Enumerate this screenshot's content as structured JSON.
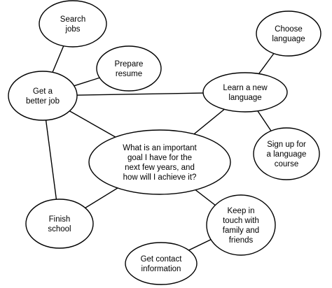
{
  "diagram": {
    "nodes": [
      {
        "id": "search",
        "lines": [
          "Search",
          "jobs"
        ]
      },
      {
        "id": "language",
        "lines": [
          "Choose",
          "language"
        ]
      },
      {
        "id": "resume",
        "lines": [
          "Prepare",
          "resume"
        ]
      },
      {
        "id": "job",
        "lines": [
          "Get a",
          "better job"
        ]
      },
      {
        "id": "learn",
        "lines": [
          "Learn a new",
          "language"
        ]
      },
      {
        "id": "signup",
        "lines": [
          "Sign up for",
          "a language",
          "course"
        ]
      },
      {
        "id": "goal",
        "lines": [
          "What is an important",
          "goal I have for the",
          "next few years, and",
          "how will I achieve it?"
        ]
      },
      {
        "id": "school",
        "lines": [
          "Finish",
          "school"
        ]
      },
      {
        "id": "touch",
        "lines": [
          "Keep in",
          "touch with",
          "family and",
          "friends"
        ]
      },
      {
        "id": "contact",
        "lines": [
          "Get contact",
          "information"
        ]
      }
    ],
    "edges": [
      [
        "search",
        "job"
      ],
      [
        "resume",
        "job"
      ],
      [
        "job",
        "learn"
      ],
      [
        "job",
        "goal"
      ],
      [
        "job",
        "school"
      ],
      [
        "learn",
        "language"
      ],
      [
        "learn",
        "signup"
      ],
      [
        "learn",
        "goal"
      ],
      [
        "goal",
        "school"
      ],
      [
        "goal",
        "touch"
      ],
      [
        "touch",
        "contact"
      ]
    ]
  }
}
